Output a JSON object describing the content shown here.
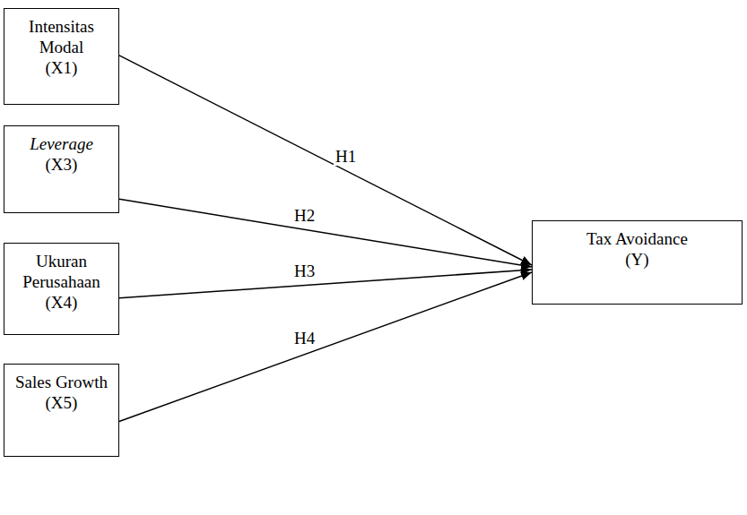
{
  "diagram": {
    "nodes": [
      {
        "text": [
          "Intensitas Modal",
          "(X1)"
        ]
      },
      {
        "text": [
          "Leverage",
          "(X3)"
        ]
      },
      {
        "text": [
          "Ukuran Perusahaan",
          "(X4)"
        ]
      },
      {
        "text": [
          "Sales Growth",
          "(X5)"
        ]
      },
      {
        "text": [
          "Tax Avoidance",
          "(Y)"
        ]
      }
    ],
    "edges": [
      {
        "from": 0,
        "to": 4,
        "arrow": "to",
        "label": "H1"
      },
      {
        "from": 1,
        "to": 4,
        "arrow": "to",
        "label": "H2"
      },
      {
        "from": 2,
        "to": 4,
        "arrow": "to",
        "label": "H3"
      },
      {
        "from": 3,
        "to": 4,
        "arrow": "to",
        "label": "H4"
      }
    ]
  }
}
